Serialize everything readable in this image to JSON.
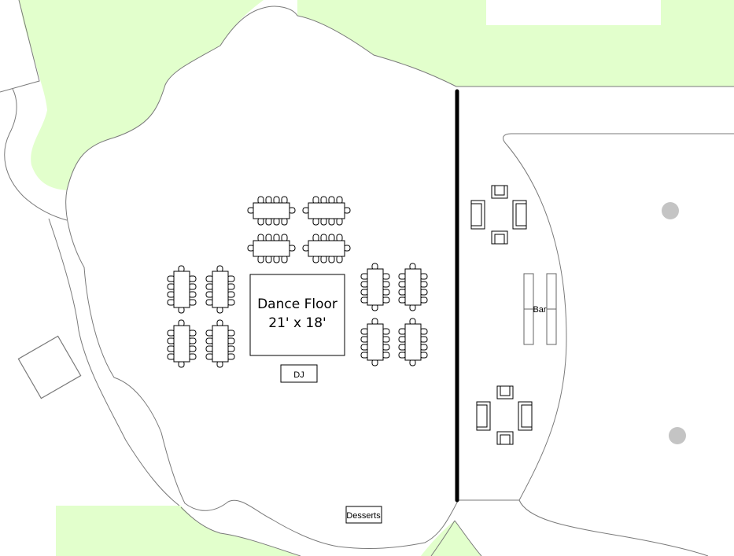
{
  "colors": {
    "grass": "#e2ffcc",
    "paths": "#7a7a7a",
    "outline": "#000000",
    "room_wall": "#000000",
    "marker": "#c4c4c4"
  },
  "labels": {
    "dance_floor_line1": "Dance Floor",
    "dance_floor_line2": "21' x 18'",
    "dj": "DJ",
    "bar": "Bar",
    "desserts": "Desserts"
  }
}
